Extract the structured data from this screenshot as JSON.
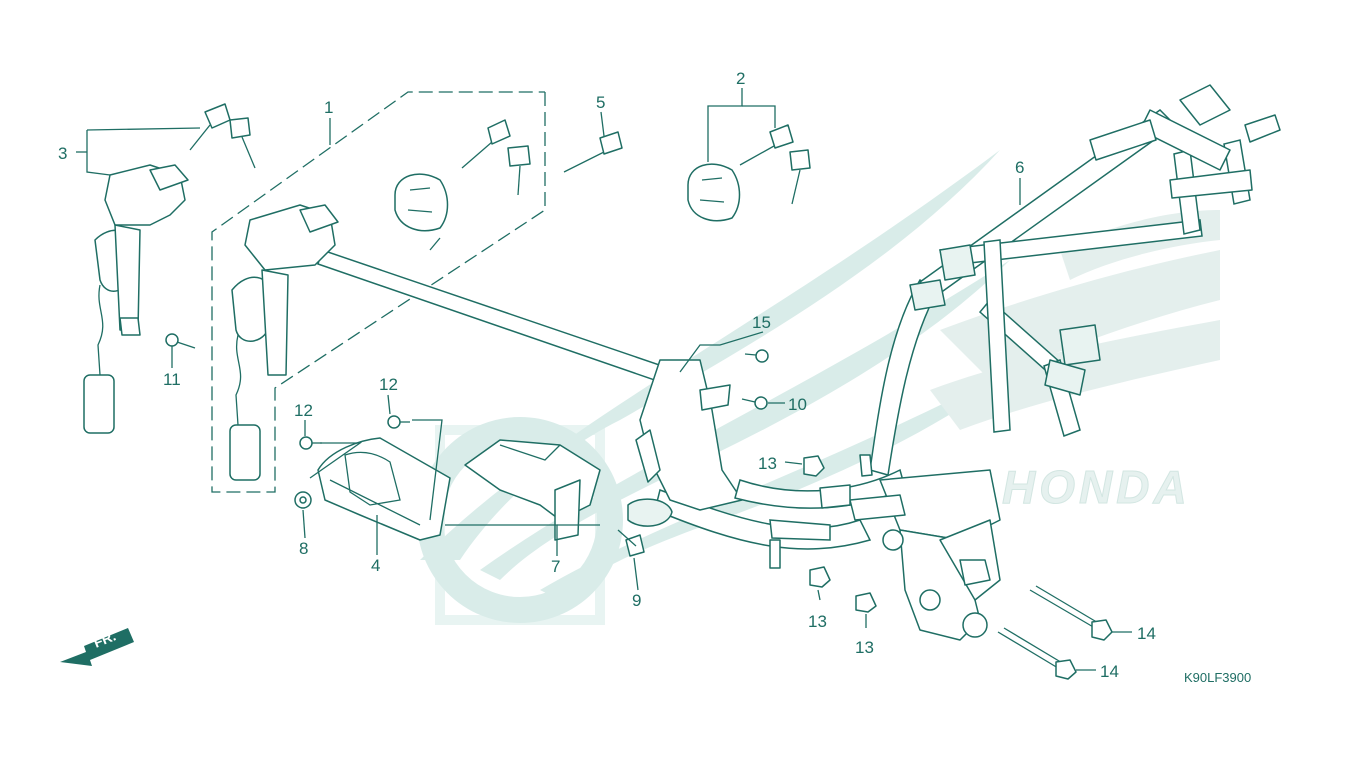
{
  "diagram": {
    "figure_code": "K90LF3900",
    "watermark_brand": "HONDA",
    "front_marker": "FR.",
    "colors": {
      "line": "#1f6e64",
      "watermark": "#d9ece9",
      "background": "#ffffff"
    },
    "callouts": {
      "c1": "1",
      "c2": "2",
      "c3": "3",
      "c4": "4",
      "c5": "5",
      "c6": "6",
      "c7": "7",
      "c8": "8",
      "c9": "9",
      "c10": "10",
      "c11": "11",
      "c12a": "12",
      "c12b": "12",
      "c13a": "13",
      "c13b": "13",
      "c13c": "13",
      "c14a": "14",
      "c14b": "14",
      "c15": "15"
    }
  }
}
